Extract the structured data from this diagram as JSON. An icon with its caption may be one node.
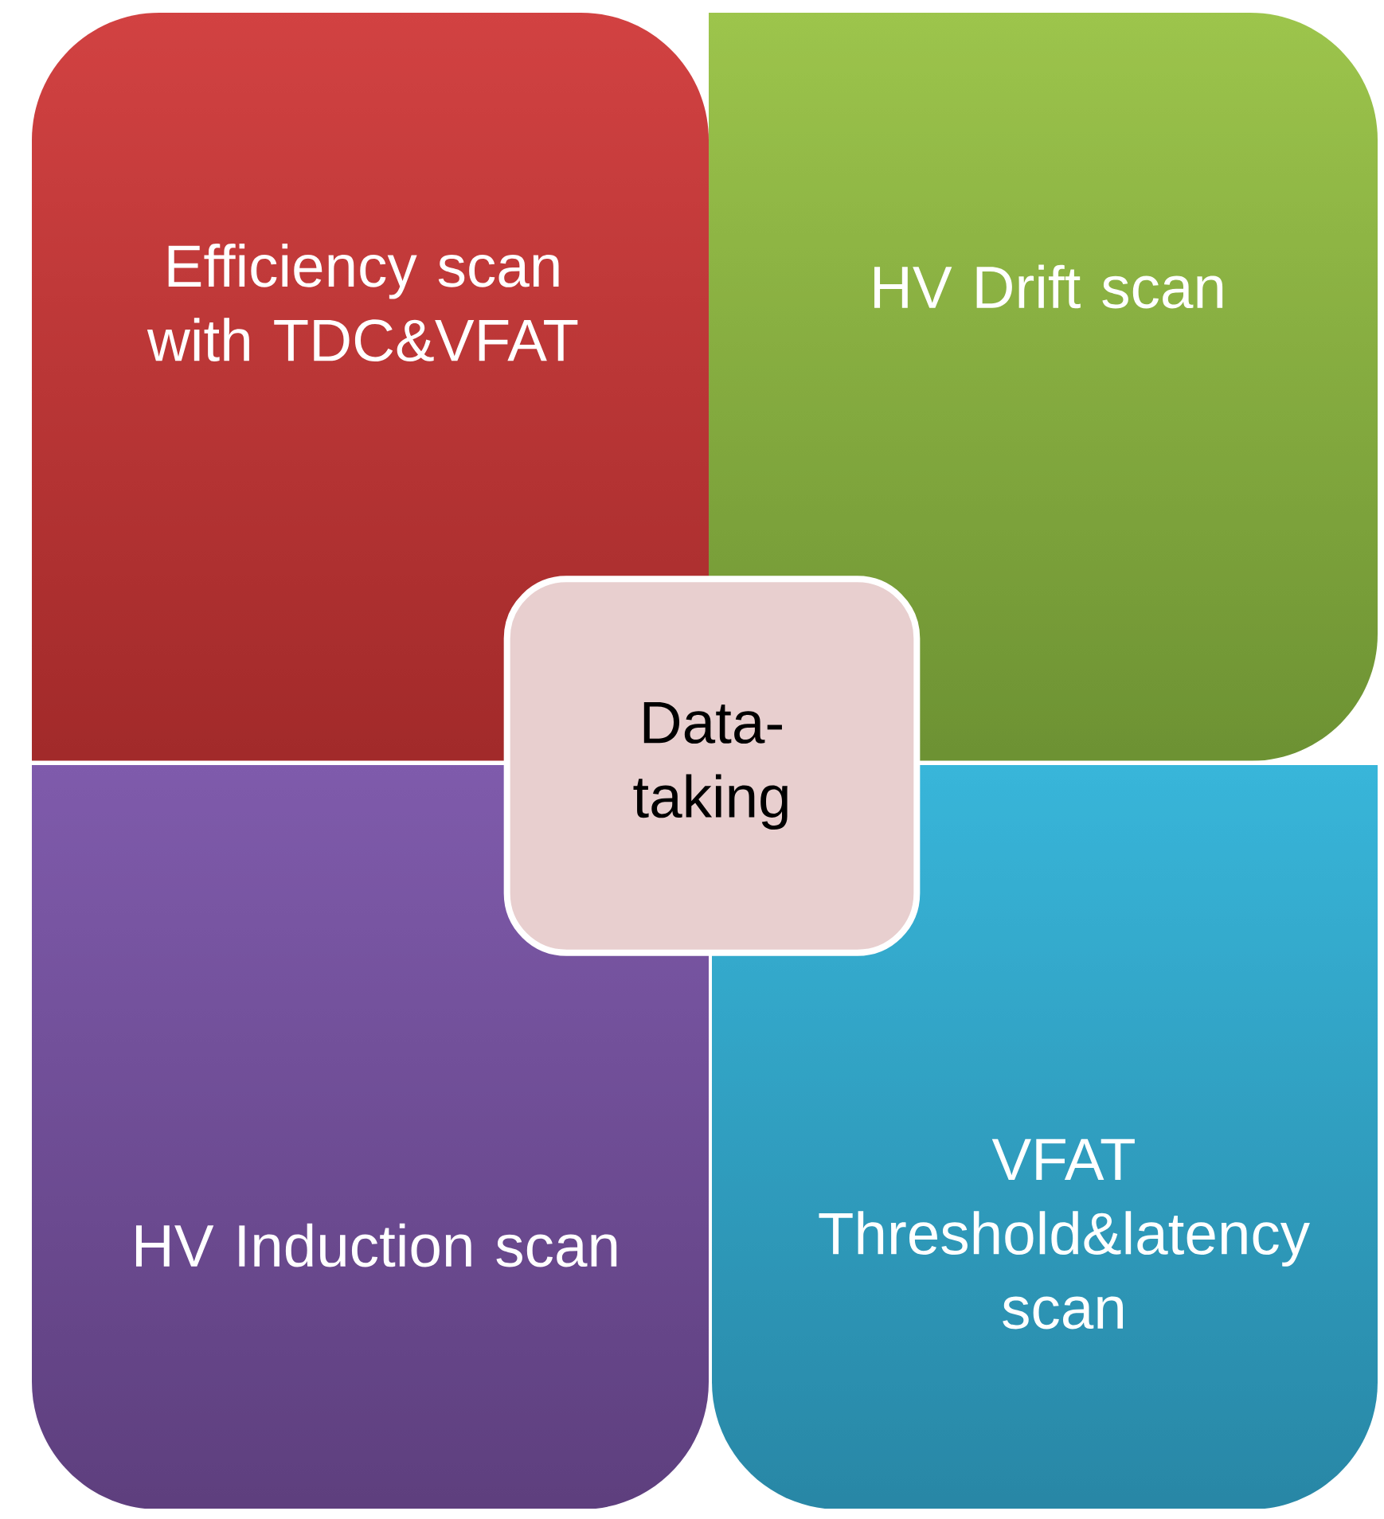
{
  "diagram": {
    "nodes": [
      {
        "text": [
          "Efficiency scan with TDC&VFAT"
        ]
      },
      {
        "text": [
          "HV Drift scan"
        ]
      },
      {
        "text": [
          "Data-taking"
        ]
      },
      {
        "text": [
          "HV Induction scan"
        ]
      },
      {
        "text": [
          "VFAT Threshold&latency scan"
        ]
      }
    ]
  }
}
